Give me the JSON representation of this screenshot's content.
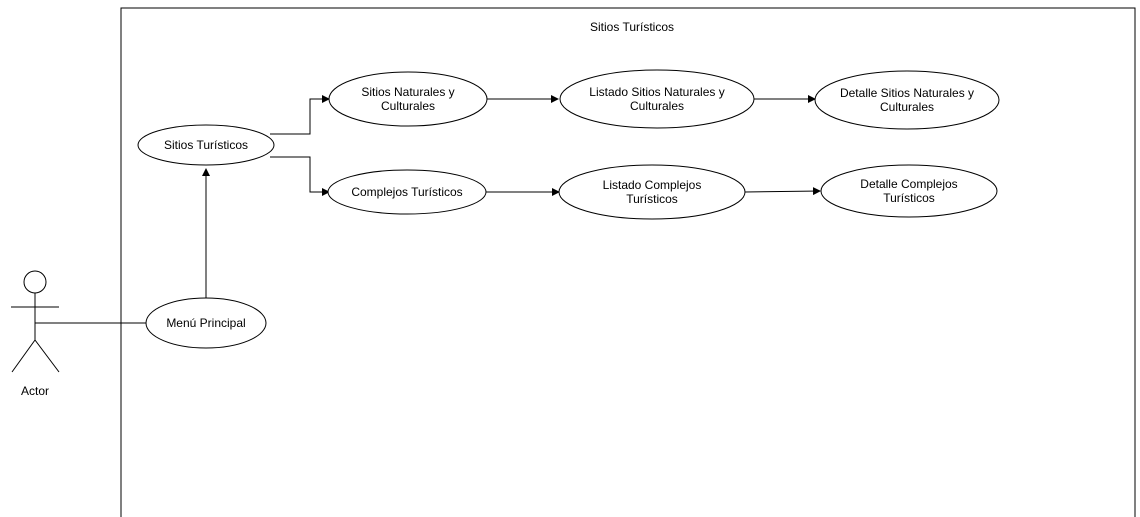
{
  "system": {
    "title": "Sitios Turísticos"
  },
  "actor": {
    "label": "Actor",
    "icon": "stick-figure-icon"
  },
  "use_cases": {
    "menu_principal": {
      "lines": [
        "Menú Principal"
      ]
    },
    "sitios_turisticos": {
      "lines": [
        "Sitios Turísticos"
      ]
    },
    "sitios_naturales": {
      "lines": [
        "Sitios Naturales y",
        "Culturales"
      ]
    },
    "complejos": {
      "lines": [
        "Complejos Turísticos"
      ]
    },
    "listado_sitios": {
      "lines": [
        "Listado Sitios Naturales y",
        "Culturales"
      ]
    },
    "listado_complejos": {
      "lines": [
        "Listado Complejos",
        "Turísticos"
      ]
    },
    "detalle_sitios": {
      "lines": [
        "Detalle Sitios Naturales y",
        "Culturales"
      ]
    },
    "detalle_complejos": {
      "lines": [
        "Detalle Complejos",
        "Turísticos"
      ]
    }
  },
  "colors": {
    "stroke": "#000000",
    "fill": "#ffffff"
  }
}
